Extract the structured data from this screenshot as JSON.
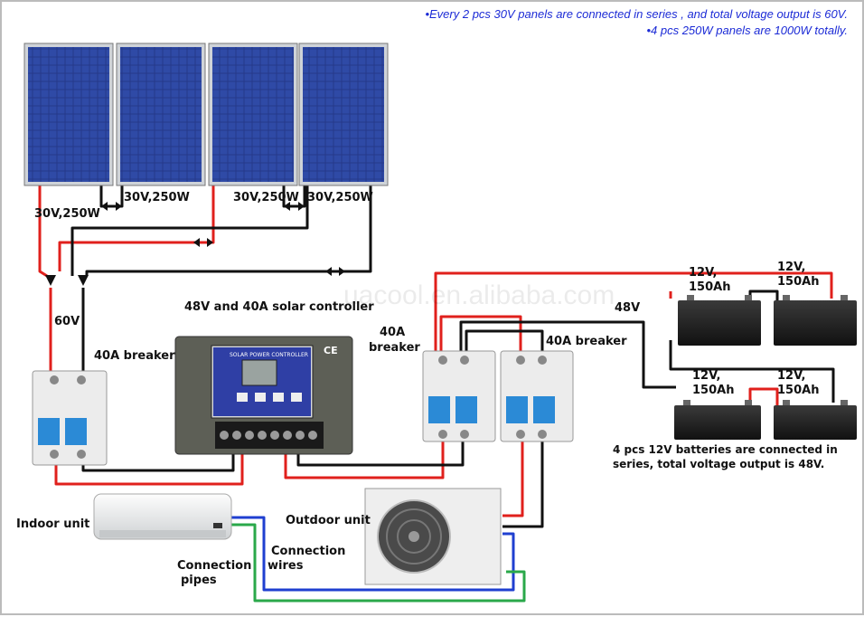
{
  "notes": {
    "line1": "•Every 2 pcs 30V panels are connected in series , and total voltage output  is 60V.",
    "line2": "•4 pcs 250W panels are 1000W totally."
  },
  "panels": {
    "label_1": "30V,250W",
    "label_2": "30V,250W",
    "label_3": "30V,250W",
    "label_4": "30V,250W"
  },
  "voltages": {
    "left": "60V",
    "right": "48V"
  },
  "controller": {
    "title": "48V and 40A solar controller",
    "faceplate": "SOLAR POWER CONTROLLER",
    "ce_mark": "CE"
  },
  "breakers": {
    "left": "40A breaker",
    "middle_line1": "40A",
    "middle_line2": "breaker",
    "right": "40A breaker"
  },
  "batteries": {
    "label_1_line1": "12V,",
    "label_1_line2": "150Ah",
    "label_2_line1": "12V,",
    "label_2_line2": "150Ah",
    "label_3_line1": "12V,",
    "label_3_line2": "150Ah",
    "label_4_line1": "12V,",
    "label_4_line2": "150Ah",
    "note_line1": "4 pcs 12V batteries are connected in",
    "note_line2": "series, total voltage output  is 48V."
  },
  "units": {
    "indoor": "Indoor unit",
    "outdoor": "Outdoor unit",
    "pipes_line1": "Connection",
    "pipes_line2": "pipes",
    "wires_line1": "Connection",
    "wires_line2": "wires"
  },
  "watermark": "uacool.en.alibaba.com",
  "colors": {
    "positive_wire": "#e0201c",
    "negative_wire": "#111111",
    "pipe_blue": "#1f3fd0",
    "pipe_green": "#2aa84a",
    "panel_blue": "#243a8c",
    "note_blue": "#1c2bd6"
  }
}
